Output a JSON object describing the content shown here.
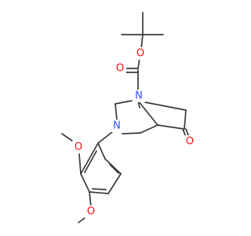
{
  "molecule": {
    "atom_labels": {
      "carbonyl_oxygen_ester": "O",
      "ether_oxygen_ester": "O",
      "bridge_nitrogen": "N",
      "ring_nitrogen": "N",
      "ketone_oxygen": "O",
      "methoxy_oxygen_top": "O",
      "methoxy_oxygen_bottom": "O"
    },
    "colors": {
      "oxygen": "#ff0d0d",
      "nitrogen": "#3050f8",
      "bond": "#3a3a3a"
    }
  }
}
